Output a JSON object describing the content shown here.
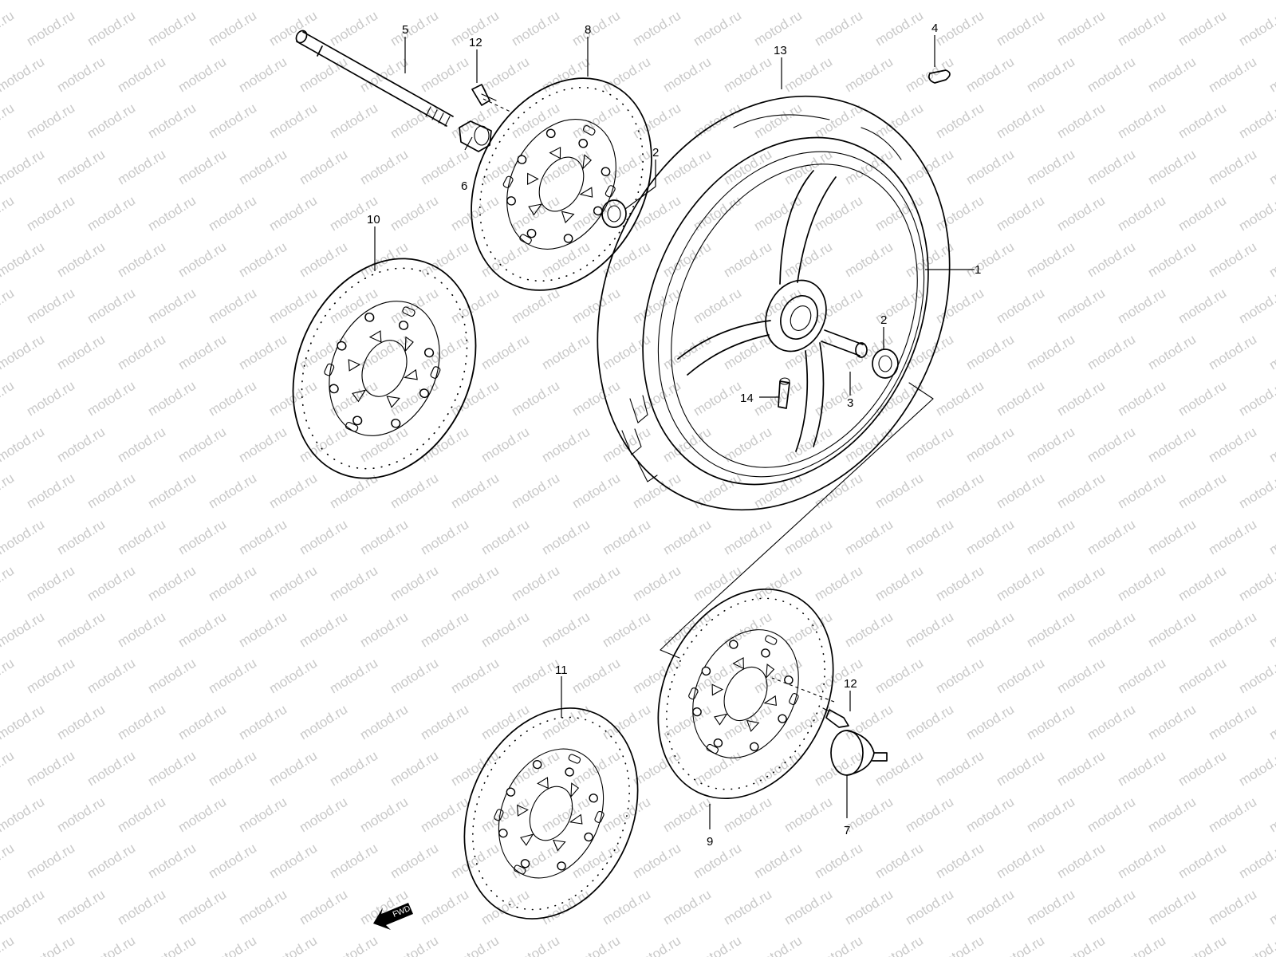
{
  "watermark": "motod.ru",
  "fwd_label": "FWD",
  "callouts": [
    {
      "id": "1",
      "part": "wheel"
    },
    {
      "id": "2",
      "part": "bearing-upper"
    },
    {
      "id": "2",
      "part": "bearing-lower"
    },
    {
      "id": "3",
      "part": "spacer"
    },
    {
      "id": "4",
      "part": "cap"
    },
    {
      "id": "5",
      "part": "axle"
    },
    {
      "id": "6",
      "part": "axle-collar"
    },
    {
      "id": "7",
      "part": "speedometer-gearbox"
    },
    {
      "id": "8",
      "part": "brake-disc-upper"
    },
    {
      "id": "9",
      "part": "brake-disc-lower"
    },
    {
      "id": "10",
      "part": "brake-disc-left"
    },
    {
      "id": "11",
      "part": "brake-disc-bottom"
    },
    {
      "id": "12",
      "part": "disc-bolt-upper"
    },
    {
      "id": "12",
      "part": "disc-bolt-lower"
    },
    {
      "id": "13",
      "part": "tire"
    },
    {
      "id": "14",
      "part": "valve"
    }
  ],
  "colors": {
    "line": "#000000",
    "watermark": "#c9c9c9",
    "background": "#ffffff"
  }
}
